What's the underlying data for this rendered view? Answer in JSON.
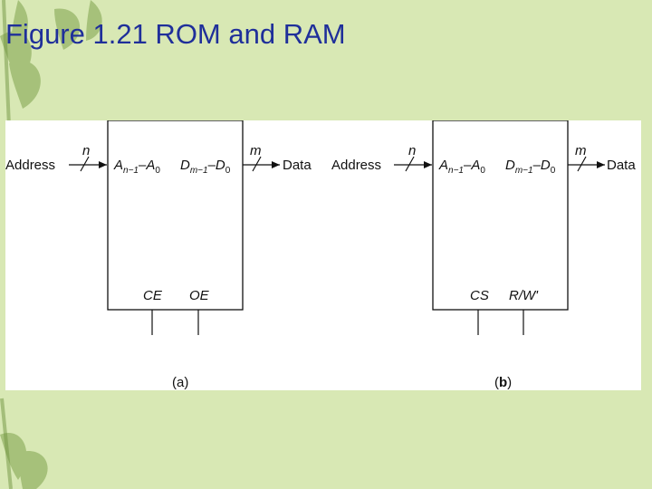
{
  "slide": {
    "title": "Figure 1.21 ROM and RAM",
    "background_color": "#d8e8b4",
    "title_color": "#1f2f9a"
  },
  "figure": {
    "panel_a": {
      "address_label": "Address",
      "address_width": "n",
      "address_pins": {
        "A": "A",
        "n1": "n−1",
        "dash": "–",
        "A0": "A",
        "zero": "0"
      },
      "data_pins": {
        "D": "D",
        "m1": "m−1",
        "dash": "–",
        "D0": "D",
        "zero": "0"
      },
      "data_width": "m",
      "data_label": "Data",
      "ctrl_1": "CE",
      "ctrl_2": "OE",
      "caption": "(a)"
    },
    "panel_b": {
      "address_label": "Address",
      "address_width": "n",
      "address_pins": {
        "A": "A",
        "n1": "n−1",
        "dash": "–",
        "A0": "A",
        "zero": "0"
      },
      "data_pins": {
        "D": "D",
        "m1": "m−1",
        "dash": "–",
        "D0": "D",
        "zero": "0"
      },
      "data_width": "m",
      "data_label": "Data",
      "ctrl_1": "CS",
      "ctrl_2": "R/W'",
      "caption_open": "(",
      "caption_letter": "b",
      "caption_close": ")"
    }
  }
}
